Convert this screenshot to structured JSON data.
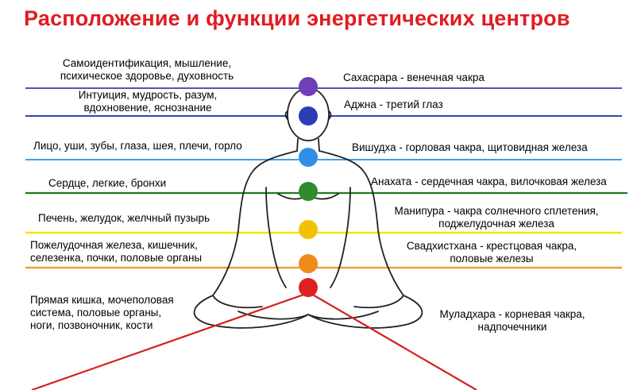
{
  "title": "Расположение и функции энергетических центров",
  "colors": {
    "title": "#e11b22",
    "violet_line": "#5b4fb0",
    "indigo_line": "#3344b8",
    "blue_line": "#4a9de0",
    "green_line": "#1f7a1f",
    "yellow_line": "#f2e600",
    "orange_line": "#f0a030",
    "root_rays": "#d42020"
  },
  "chakras": [
    {
      "name": "Сахасрара - венечная чакра",
      "function": "Самоидентификация, мышление, психическое здоровье, духовность",
      "color": "#6f3fb5"
    },
    {
      "name": "Аджна - третий глаз",
      "function": "Интуиция, мудрость, разум, вдохновение, яснознание",
      "color": "#2a3db5"
    },
    {
      "name": "Вишудха - горловая чакра, щитовидная железа",
      "function": "Лицо, уши, зубы, глаза, шея, плечи, горло",
      "color": "#2f8fe8"
    },
    {
      "name": "Анахата - сердечная чакра, вилочковая железа",
      "function": "Сердце, легкие, бронхи",
      "color": "#2e8b2e"
    },
    {
      "name": "Манипура - чакра солнечного сплетения, поджелудочная железа",
      "function": "Печень, желудок, желчный пузырь",
      "color": "#f2c200"
    },
    {
      "name": "Свадхистхана - крестцовая чакра, половые железы",
      "function": "Пожелудочная железа, кишечник, селезенка, почки, половые органы",
      "color": "#f08a1a"
    },
    {
      "name": "Муладхара - корневая чакра, надпочечники",
      "function": "Прямая кишка, мочеполовая система, половые органы, ноги, позвоночник, кости",
      "color": "#e02020"
    }
  ],
  "left_labels": {
    "l0a": "Самоидентификация, мышление,",
    "l0b": "психическое здоровье, духовность",
    "l1a": "Интуиция, мудрость, разум,",
    "l1b": "вдохновение, яснознание",
    "l2": "Лицо, уши, зубы, глаза, шея, плечи, горло",
    "l3": "Сердце, легкие, бронхи",
    "l4": "Печень, желудок, желчный пузырь",
    "l5a": "Пожелудочная железа, кишечник,",
    "l5b": "селезенка, почки, половые органы",
    "l6a": "Прямая кишка, мочеполовая",
    "l6b": "система, половые органы,",
    "l6c": "ноги, позвоночник, кости"
  },
  "right_labels": {
    "r0": "Сахасрара -  венечная чакра",
    "r1": "Аджна - третий глаз",
    "r2": "Вишудха - горловая чакра, щитовидная железа",
    "r3": "Анахата - сердечная чакра, вилочковая железа",
    "r4a": "Манипура - чакра солнечного сплетения,",
    "r4b": "поджелудочная железа",
    "r5a": "Свадхистхана - крестцовая чакра,",
    "r5b": "половые железы",
    "r6a": "Муладхара - корневая чакра,",
    "r6b": "надпочечники"
  }
}
